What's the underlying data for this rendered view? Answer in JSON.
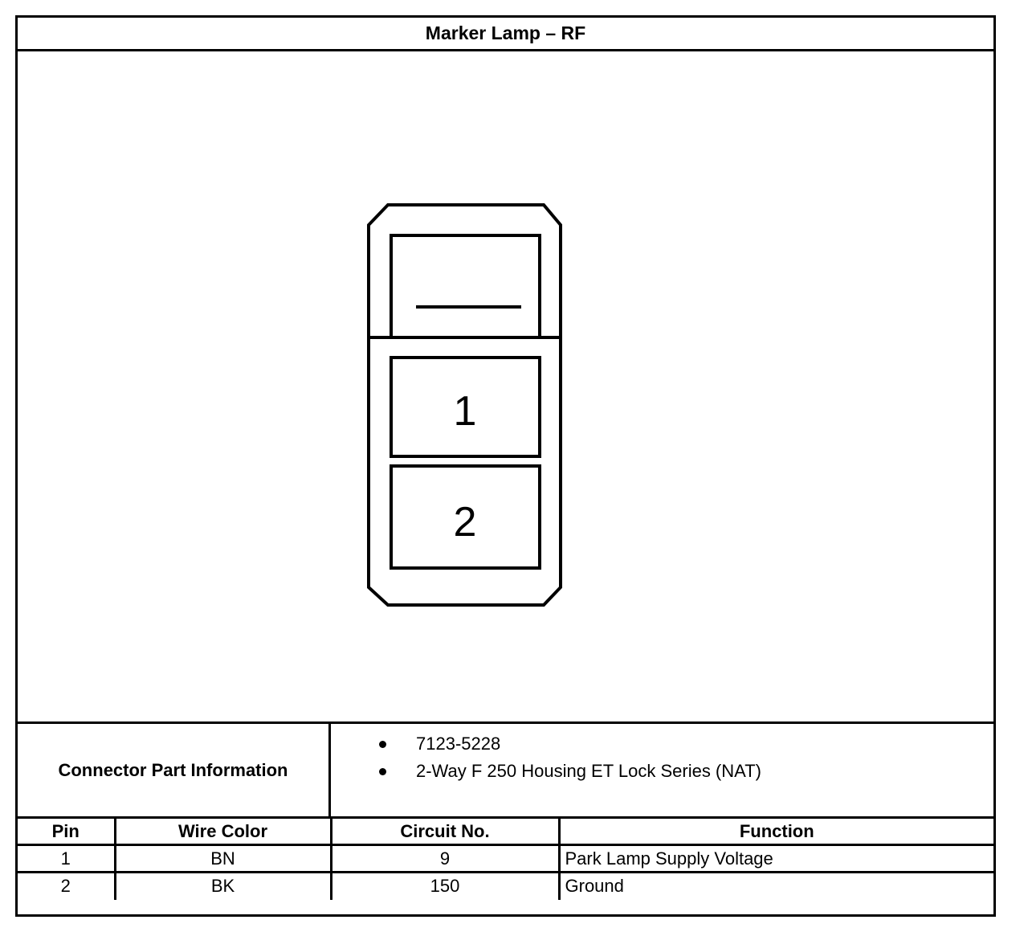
{
  "title": "Marker Lamp – RF",
  "connector": {
    "cavities": [
      {
        "label": ""
      },
      {
        "label": "1"
      },
      {
        "label": "2"
      }
    ]
  },
  "part_info": {
    "label": "Connector Part Information",
    "items": [
      "7123-5228",
      "2-Way F 250 Housing ET Lock Series (NAT)"
    ]
  },
  "pin_table": {
    "headers": [
      "Pin",
      "Wire Color",
      "Circuit No.",
      "Function"
    ],
    "rows": [
      [
        "1",
        "BN",
        "9",
        "Park Lamp Supply Voltage"
      ],
      [
        "2",
        "BK",
        "150",
        "Ground"
      ]
    ]
  }
}
